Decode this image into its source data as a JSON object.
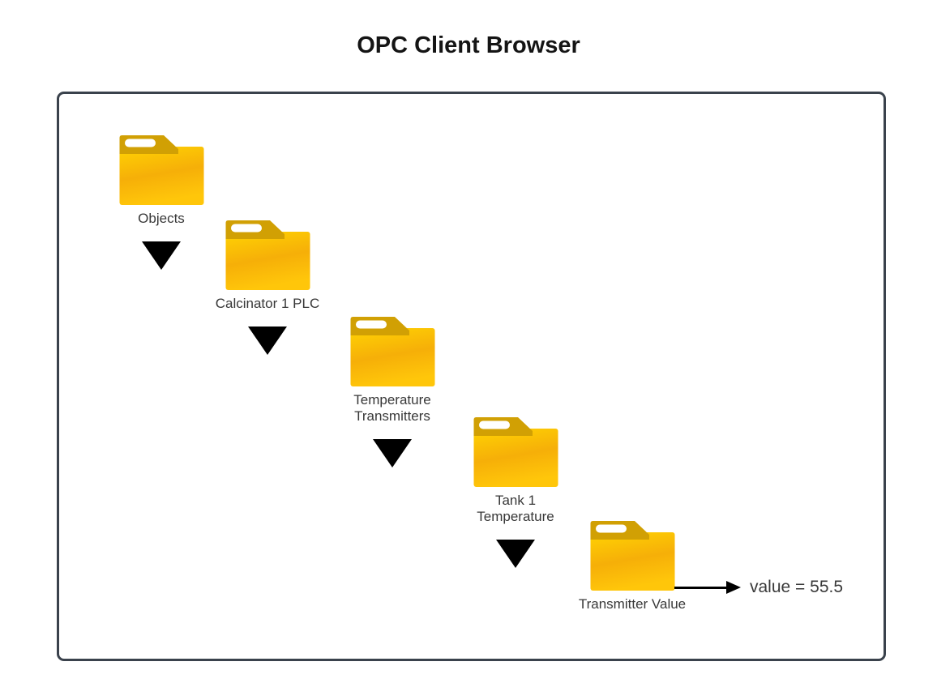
{
  "title": "OPC Client Browser",
  "browser": {
    "nodes": [
      {
        "label": "Objects"
      },
      {
        "label": "Calcinator 1 PLC"
      },
      {
        "label": "Temperature\nTransmitters"
      },
      {
        "label": "Tank 1\nTemperature"
      },
      {
        "label": "Transmitter Value"
      }
    ],
    "leaf_value_text": "value = 55.5"
  },
  "colors": {
    "folder_body_top": "#FFD303",
    "folder_body_mid": "#F6AF08",
    "folder_body_bottom": "#FFC60A",
    "folder_tab": "#D1A004",
    "canvas_border": "#3A424C",
    "arrow": "#000000",
    "label_text": "#383838",
    "title_text": "#141414"
  }
}
